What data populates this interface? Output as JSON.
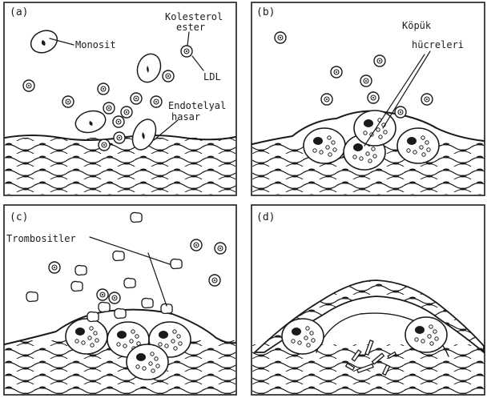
{
  "panels": {
    "a": {
      "letter": "(a)",
      "labels": {
        "monocyte": "Monosit",
        "cholesterol_line1": "Kolesterol",
        "cholesterol_line2": "ester",
        "ldl": "LDL",
        "endothelial_line1": "Endotelyal",
        "endothelial_line2": "hasar"
      }
    },
    "b": {
      "letter": "(b)",
      "labels": {
        "foam_line1": "Köpük",
        "foam_line2": "hücreleri"
      }
    },
    "c": {
      "letter": "(c)",
      "labels": {
        "platelets": "Trombositler"
      }
    },
    "d": {
      "letter": "(d)"
    }
  },
  "colors": {
    "ink": "#1a1a1a",
    "background": "#ffffff"
  }
}
